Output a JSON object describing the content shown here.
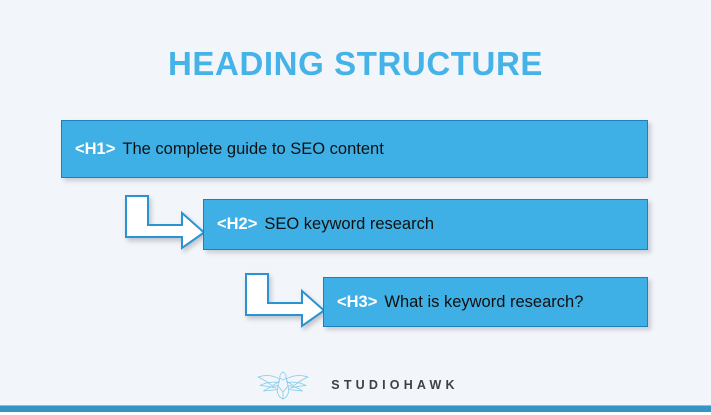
{
  "slide": {
    "title": "HEADING STRUCTURE",
    "background_color": "#f2f5f9",
    "accent_color": "#3fb0e5",
    "title_color": "#45b3e7"
  },
  "headings": [
    {
      "tag": "<H1>",
      "text": "The complete guide to SEO content",
      "level": 1,
      "bar_color": "#3fb0e5",
      "tag_color": "#ffffff",
      "text_color": "#101010"
    },
    {
      "tag": "<H2>",
      "text": "SEO keyword research",
      "level": 2,
      "bar_color": "#3fb0e5",
      "tag_color": "#ffffff",
      "text_color": "#101010"
    },
    {
      "tag": "<H3>",
      "text": "What is keyword research?",
      "level": 3,
      "bar_color": "#3fb0e5",
      "tag_color": "#ffffff",
      "text_color": "#101010"
    }
  ],
  "connectors": [
    {
      "name": "arrow-h1-to-h2",
      "shape": "elbow-arrow-down-right"
    },
    {
      "name": "arrow-h2-to-h3",
      "shape": "elbow-arrow-down-right"
    }
  ],
  "footer": {
    "brand": "STUDIOHAWK",
    "logo_icon": "hawk-icon",
    "brand_color": "#3f4044",
    "logo_color": "#7fc9ea",
    "rule_color": "#3595c4"
  }
}
